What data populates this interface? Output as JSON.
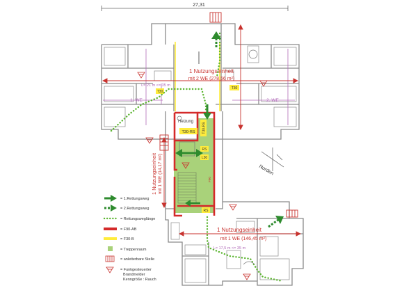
{
  "plan": {
    "dimension_top": "27,31",
    "unit_top": {
      "line1": "1 Nutzungseinheit",
      "line2": "mit 2 WE (278,56 m²)"
    },
    "unit_mid": {
      "line1": "1 Nutzungseinheit",
      "line2": "mit 1 WE (14,17 m²)"
    },
    "unit_bottom": {
      "line1": "1 Nutzungseinheit",
      "line2": "mit 1 WE (146,45 m²)"
    },
    "we_left": "1. WE",
    "we_right": "2. WE",
    "length_top": "L= 21 m <= 35 m",
    "length_bottom": "L= 17,5 m <= 35 m",
    "heizung": "Heizung",
    "norden": "Norden",
    "tags": {
      "t30_left": "T30",
      "t30_right": "T30",
      "t30_rs_h": "T30-RS",
      "t30_rs_v": "T30-RS",
      "rs_1": "RS",
      "l30": "L30",
      "rs_2": "RS",
      "f90": "F90"
    }
  },
  "legend": {
    "items": [
      {
        "icon": "green-arrow-solid",
        "label": "= 1.Rettungsweg"
      },
      {
        "icon": "green-arrow-dashed",
        "label": "= 2.Rettungsweg"
      },
      {
        "icon": "green-dotted-line",
        "label": "= Rettungsweglänge"
      },
      {
        "icon": "red-bar",
        "label": "= F90-AB"
      },
      {
        "icon": "yellow-bar",
        "label": "= F30-B"
      },
      {
        "icon": "green-square",
        "label": "= Treppenraum"
      },
      {
        "icon": "ladder",
        "label": "= anleiterbare Stelle"
      }
    ],
    "smoke_detector": {
      "icon": "smoke-detector",
      "line1": "= Funkgesteuerter",
      "line2": "Brandmelder",
      "line3": "Kenngröße : Rauch"
    }
  },
  "colors": {
    "red": "#d42a2a",
    "dim_red": "#c8322e",
    "green": "#2e8b2e",
    "dot_green": "#5cb531",
    "stair_green": "#a9d27a",
    "yellow": "#ffec3c",
    "violet": "#b06ab8",
    "wall": "#777777"
  }
}
